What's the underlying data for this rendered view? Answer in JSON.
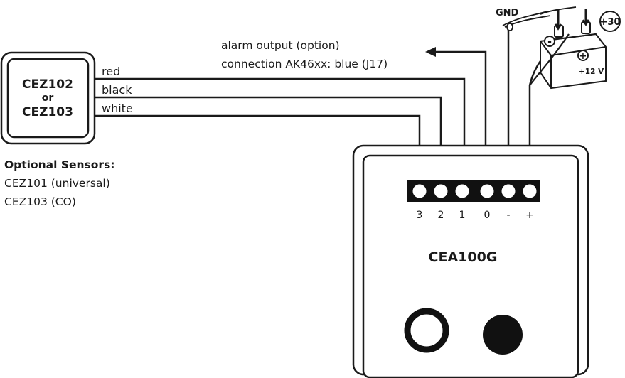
{
  "sensor_box": {
    "line1": "CEZ102",
    "line2": "or",
    "line3": "CEZ103"
  },
  "wires": {
    "red": "red",
    "black": "black",
    "white": "white"
  },
  "alarm": {
    "line1": "alarm output (option)",
    "line2": "connection AK46xx: blue (J17)"
  },
  "optional": {
    "title": "Optional Sensors:",
    "item1": "CEZ101 (universal)",
    "item2": "CEZ103 (CO)"
  },
  "device": {
    "name": "CEA100G",
    "terminals": [
      "3",
      "2",
      "1",
      "0",
      "-",
      "+"
    ]
  },
  "battery": {
    "gnd": "GND",
    "plus30": "+30",
    "voltage": "+12 V",
    "minus": "-",
    "plus": "+"
  }
}
